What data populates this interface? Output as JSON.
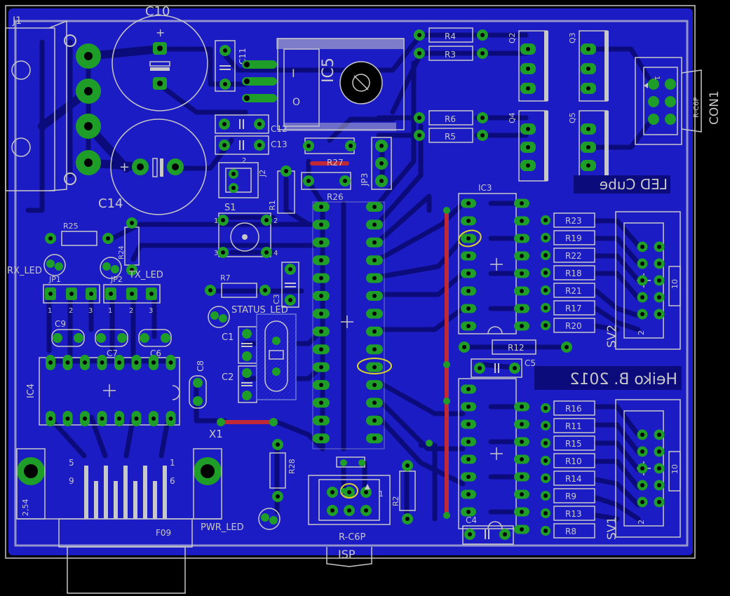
{
  "colors": {
    "background": "#000000",
    "copper_fill": "#1c1cc4",
    "trace": "#0b0b7c",
    "pad": "#1e9e28",
    "silk": "#c8c8c8",
    "wire": "#c02a36",
    "highlight": "#d9d428"
  },
  "labels": {
    "j1": "J1",
    "c10": "C10",
    "c11": "C11",
    "c12": "C12",
    "c13": "C13",
    "c14": "C14",
    "ic5": "IC5",
    "r4": "R4",
    "r3": "R3",
    "r6": "R6",
    "r5": "R5",
    "q2": "Q2",
    "q3": "Q3",
    "q4": "Q4",
    "q5": "Q5",
    "con1": "CON1",
    "con1_type": "R-C6P",
    "r27": "R27",
    "r26": "R26",
    "jp3": "JP3",
    "j2": "J2",
    "j2_pin": "2",
    "s1": "S1",
    "r1": "R1",
    "r25": "R25",
    "rx_led": "RX_LED",
    "tx_led": "TX_LED",
    "r24": "R24",
    "jp1": "JP1",
    "jp2": "JP2",
    "pin1": "1",
    "pin2": "2",
    "pin3": "3",
    "r7": "R7",
    "status_led": "STATUS_LED",
    "c3": "C3",
    "ic3": "IC3",
    "led_cube": "LED Cube",
    "r23": "R23",
    "r19": "R19",
    "r22": "R22",
    "r18": "R18",
    "r21": "R21",
    "r17": "R17",
    "r20": "R20",
    "r12": "R12",
    "sv2": "SV2",
    "sv_pin10": "10",
    "sv_pin2": "2",
    "c9": "C9",
    "c7": "C7",
    "c6": "C6",
    "c8": "C8",
    "c1": "C1",
    "c2": "C2",
    "ic4": "IC4",
    "x1": "X1",
    "c5": "C5",
    "credit": "Heiko B. 2012",
    "r16": "R16",
    "r11": "R11",
    "r15": "R15",
    "r10": "R10",
    "r14": "R14",
    "r9": "R9",
    "r13": "R13",
    "r8": "R8",
    "sv1": "SV1",
    "c4": "C4",
    "r28": "R28",
    "r2": "R2",
    "pwr_led": "PWR_LED",
    "isp_type": "R-C6P",
    "isp": "ISP",
    "sub_d_5": "5",
    "sub_d_1": "1",
    "sub_d_9": "9",
    "sub_d_6": "6",
    "f09": "F09",
    "pitch": "2,54",
    "s1_pin1": "1",
    "s1_pin2": "2",
    "s1_pin3": "3",
    "s1_pin4": "4"
  }
}
